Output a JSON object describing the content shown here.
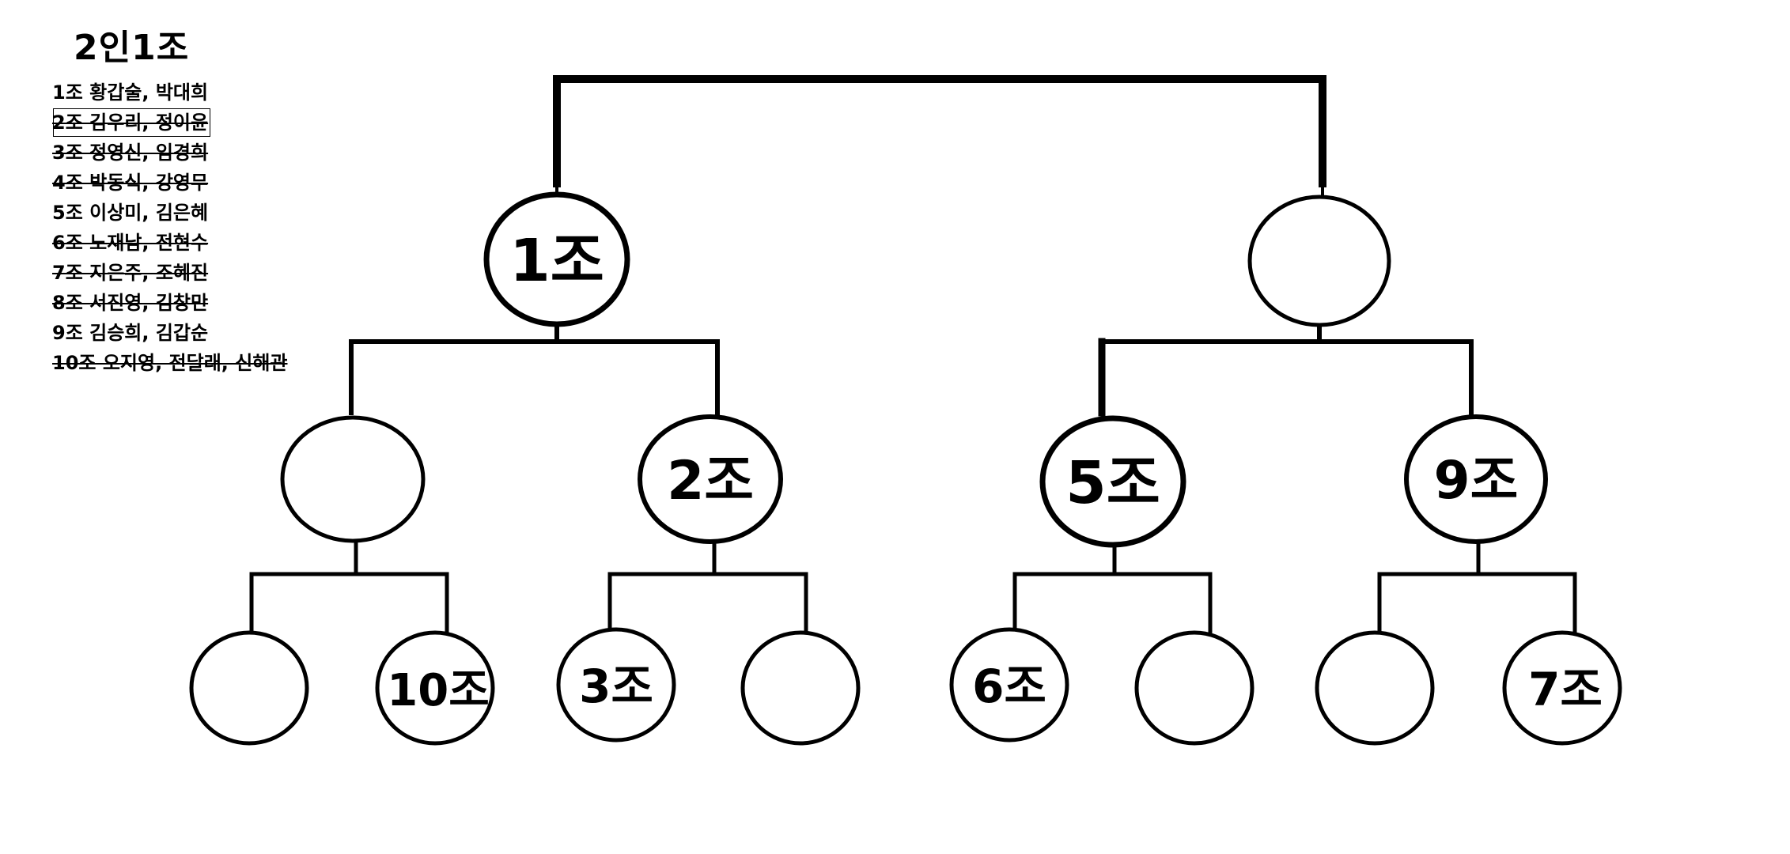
{
  "title": "2인1조",
  "teams": [
    {
      "text": "1조  황갑술, 박대희",
      "struck": false
    },
    {
      "text": "2조 김우리, 정이윤",
      "struck": true
    },
    {
      "text": "3조 정영신, 임경희",
      "struck": true
    },
    {
      "text": "4조 박동식, 강영무",
      "struck": true
    },
    {
      "text": "5조 이상미, 김은혜",
      "struck": false
    },
    {
      "text": "6조 노재남, 전현수",
      "struck": true
    },
    {
      "text": "7조 지은주, 조혜진",
      "struck": true
    },
    {
      "text": "8조 서진영, 김창만",
      "struck": true
    },
    {
      "text": "9조 김승희, 김갑순",
      "struck": false
    },
    {
      "text": "10조 오지영, 전달래, 신해관",
      "struck": true
    }
  ],
  "bracket": {
    "semifinal_left": "1조",
    "semifinal_right": "",
    "quarter": [
      "",
      "2조",
      "5조",
      "9조"
    ],
    "first_round": [
      "",
      "10조",
      "3조",
      "",
      "6조",
      "",
      "",
      "7조"
    ]
  }
}
